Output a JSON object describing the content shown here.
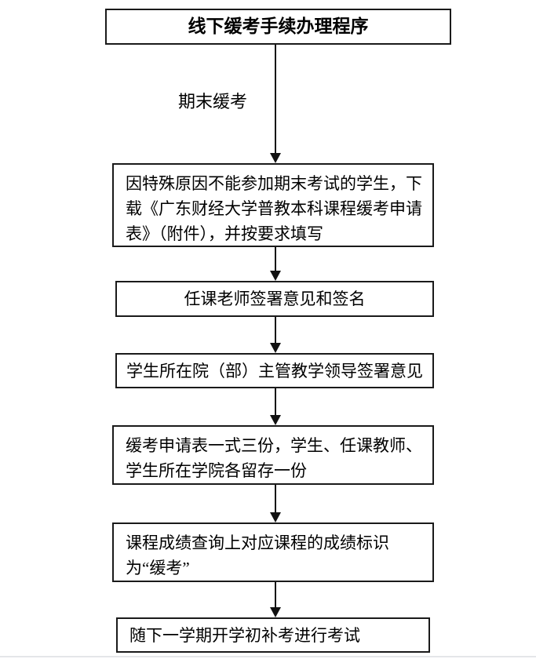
{
  "page": {
    "background_color": "#ffffff",
    "line_color": "#1a1a1a",
    "bottom_rule_color": "#e4e6e9"
  },
  "flowchart": {
    "title": "线下缓考手续办理程序",
    "branch_label": "期末缓考",
    "steps": [
      {
        "id": 1,
        "text": "因特殊原因不能参加期末考试的学生，下载《广东财经大学普教本科课程缓考申请表》（附件），并按要求填写"
      },
      {
        "id": 2,
        "text": "任课老师签署意见和签名"
      },
      {
        "id": 3,
        "text": "学生所在院（部）主管教学领导签署意见"
      },
      {
        "id": 4,
        "text": "缓考申请表一式三份，学生、任课教师、学生所在学院各留存一份"
      },
      {
        "id": 5,
        "text": "课程成绩查询上对应课程的成绩标识为“缓考”"
      },
      {
        "id": 6,
        "text": "随下一学期开学初补考进行考试"
      }
    ]
  }
}
